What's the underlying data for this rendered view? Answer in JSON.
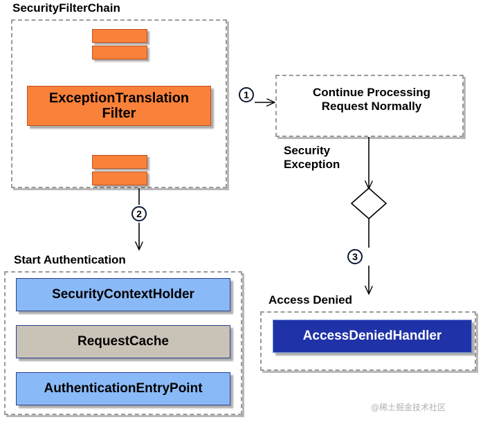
{
  "diagram": {
    "title_groups": {
      "security_filter_chain": "SecurityFilterChain",
      "start_authentication": "Start Authentication",
      "access_denied": "Access Denied"
    },
    "nodes": {
      "exception_translation_filter": "ExceptionTranslation\nFilter",
      "security_context_holder": "SecurityContextHolder",
      "request_cache": "RequestCache",
      "authentication_entry_point": "AuthenticationEntryPoint",
      "access_denied_handler": "AccessDeniedHandler"
    },
    "edge_labels": {
      "continue_processing": "Continue Processing\nRequest Normally",
      "security_exception": "Security\nException"
    },
    "steps": {
      "one": "1",
      "two": "2",
      "three": "3"
    },
    "colors": {
      "filter_orange": "#f9813a",
      "node_blue": "#8ab9f7",
      "node_beige": "#c9c2b6",
      "handler_dark_blue": "#1f32a8",
      "group_border": "#9a9a9a",
      "background": "#ffffff"
    },
    "watermark": "@稀土掘金技术社区"
  }
}
